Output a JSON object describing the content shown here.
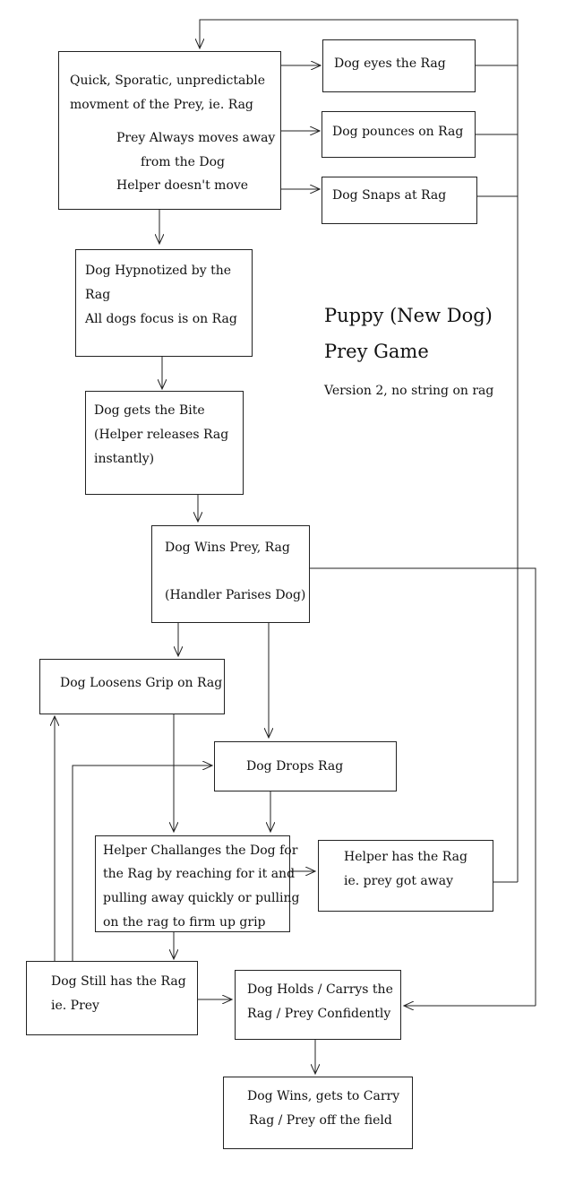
{
  "title_lines": [
    "Puppy (New Dog)",
    "Prey Game"
  ],
  "subtitle": "Version 2, no string on rag",
  "boxes": {
    "quick_movement": [
      "Quick, Sporatic, unpredictable",
      "movment of the Prey, ie. Rag",
      "Prey Always moves away",
      "from the Dog",
      "Helper doesn't move"
    ],
    "eyes_rag": [
      "Dog eyes the Rag"
    ],
    "pounces_rag": [
      "Dog pounces on Rag"
    ],
    "snaps_rag": [
      "Dog Snaps at Rag"
    ],
    "hypnotized": [
      "Dog Hypnotized by the",
      "Rag",
      "All dogs focus is on Rag"
    ],
    "gets_bite": [
      "Dog gets the Bite",
      "(Helper releases Rag",
      "instantly)"
    ],
    "wins_prey": [
      "Dog Wins Prey, Rag",
      "(Handler Parises Dog)"
    ],
    "loosens_grip": [
      "Dog Loosens Grip on Rag"
    ],
    "drops_rag": [
      "Dog Drops Rag"
    ],
    "helper_challenges": [
      "Helper Challanges the Dog for",
      "the Rag by reaching for it and",
      "pulling away quickly or pulling",
      "on the rag to firm up grip"
    ],
    "helper_has_rag": [
      "Helper has the Rag",
      "ie. prey got away"
    ],
    "still_has_rag": [
      "Dog Still has the Rag",
      "ie. Prey"
    ],
    "holds_carries": [
      "Dog Holds / Carrys the",
      "Rag / Prey Confidently"
    ],
    "wins_carry": [
      "Dog Wins, gets to Carry",
      "Rag / Prey off the field"
    ]
  }
}
